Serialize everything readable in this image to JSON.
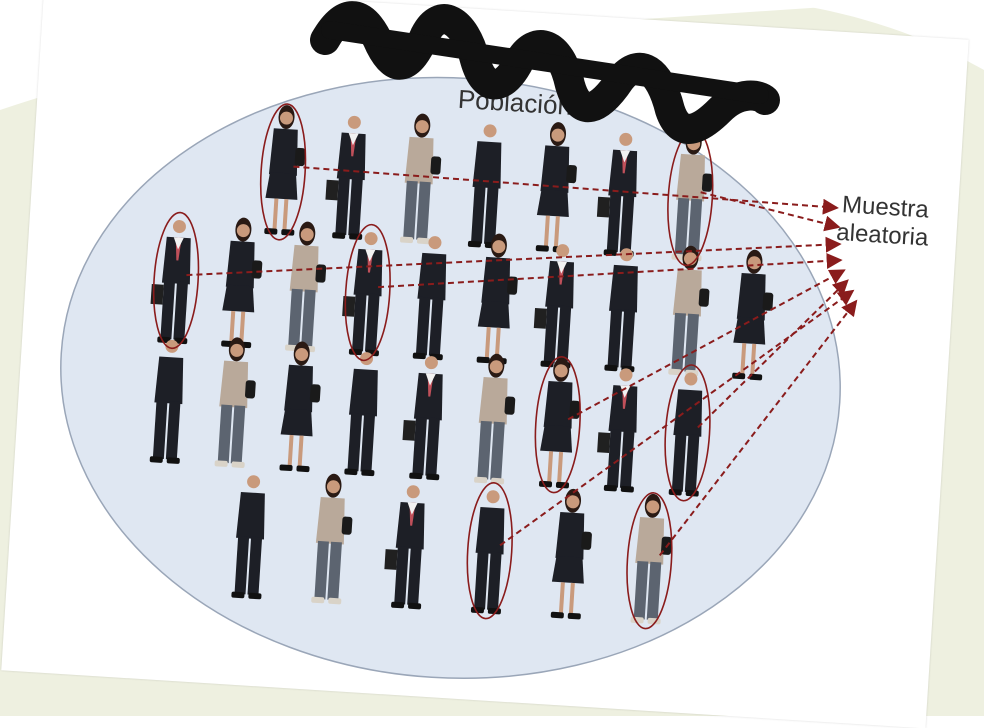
{
  "title": "Población",
  "sample_label_line1": "Muestra",
  "sample_label_line2": "aleatoria",
  "colors": {
    "background_blob": "#eef0e0",
    "population_fill": "#dfe7f2",
    "population_stroke": "#9aa6b8",
    "selection": "#8a1c1c",
    "scribble": "#111111"
  },
  "population": {
    "rows": [
      [
        "woman-suit",
        "man-suit",
        "woman-casual",
        "man-dark",
        "woman-suit",
        "man-suit",
        "woman-casual"
      ],
      [
        "man-suit",
        "woman-suit",
        "woman-casual",
        "man-suit",
        "man-dark",
        "woman-suit",
        "man-suit",
        "man-dark",
        "woman-casual",
        "woman-suit"
      ],
      [
        "man-dark",
        "woman-casual",
        "woman-suit",
        "man-dark",
        "man-suit",
        "woman-casual",
        "woman-suit",
        "man-suit",
        "man-dark"
      ],
      [
        "man-dark",
        "woman-casual",
        "man-suit",
        "man-dark",
        "woman-suit",
        "woman-casual"
      ]
    ],
    "selected": [
      [
        0,
        0
      ],
      [
        0,
        6
      ],
      [
        1,
        0
      ],
      [
        1,
        3
      ],
      [
        2,
        6
      ],
      [
        2,
        8
      ],
      [
        3,
        3
      ],
      [
        3,
        5
      ]
    ]
  }
}
